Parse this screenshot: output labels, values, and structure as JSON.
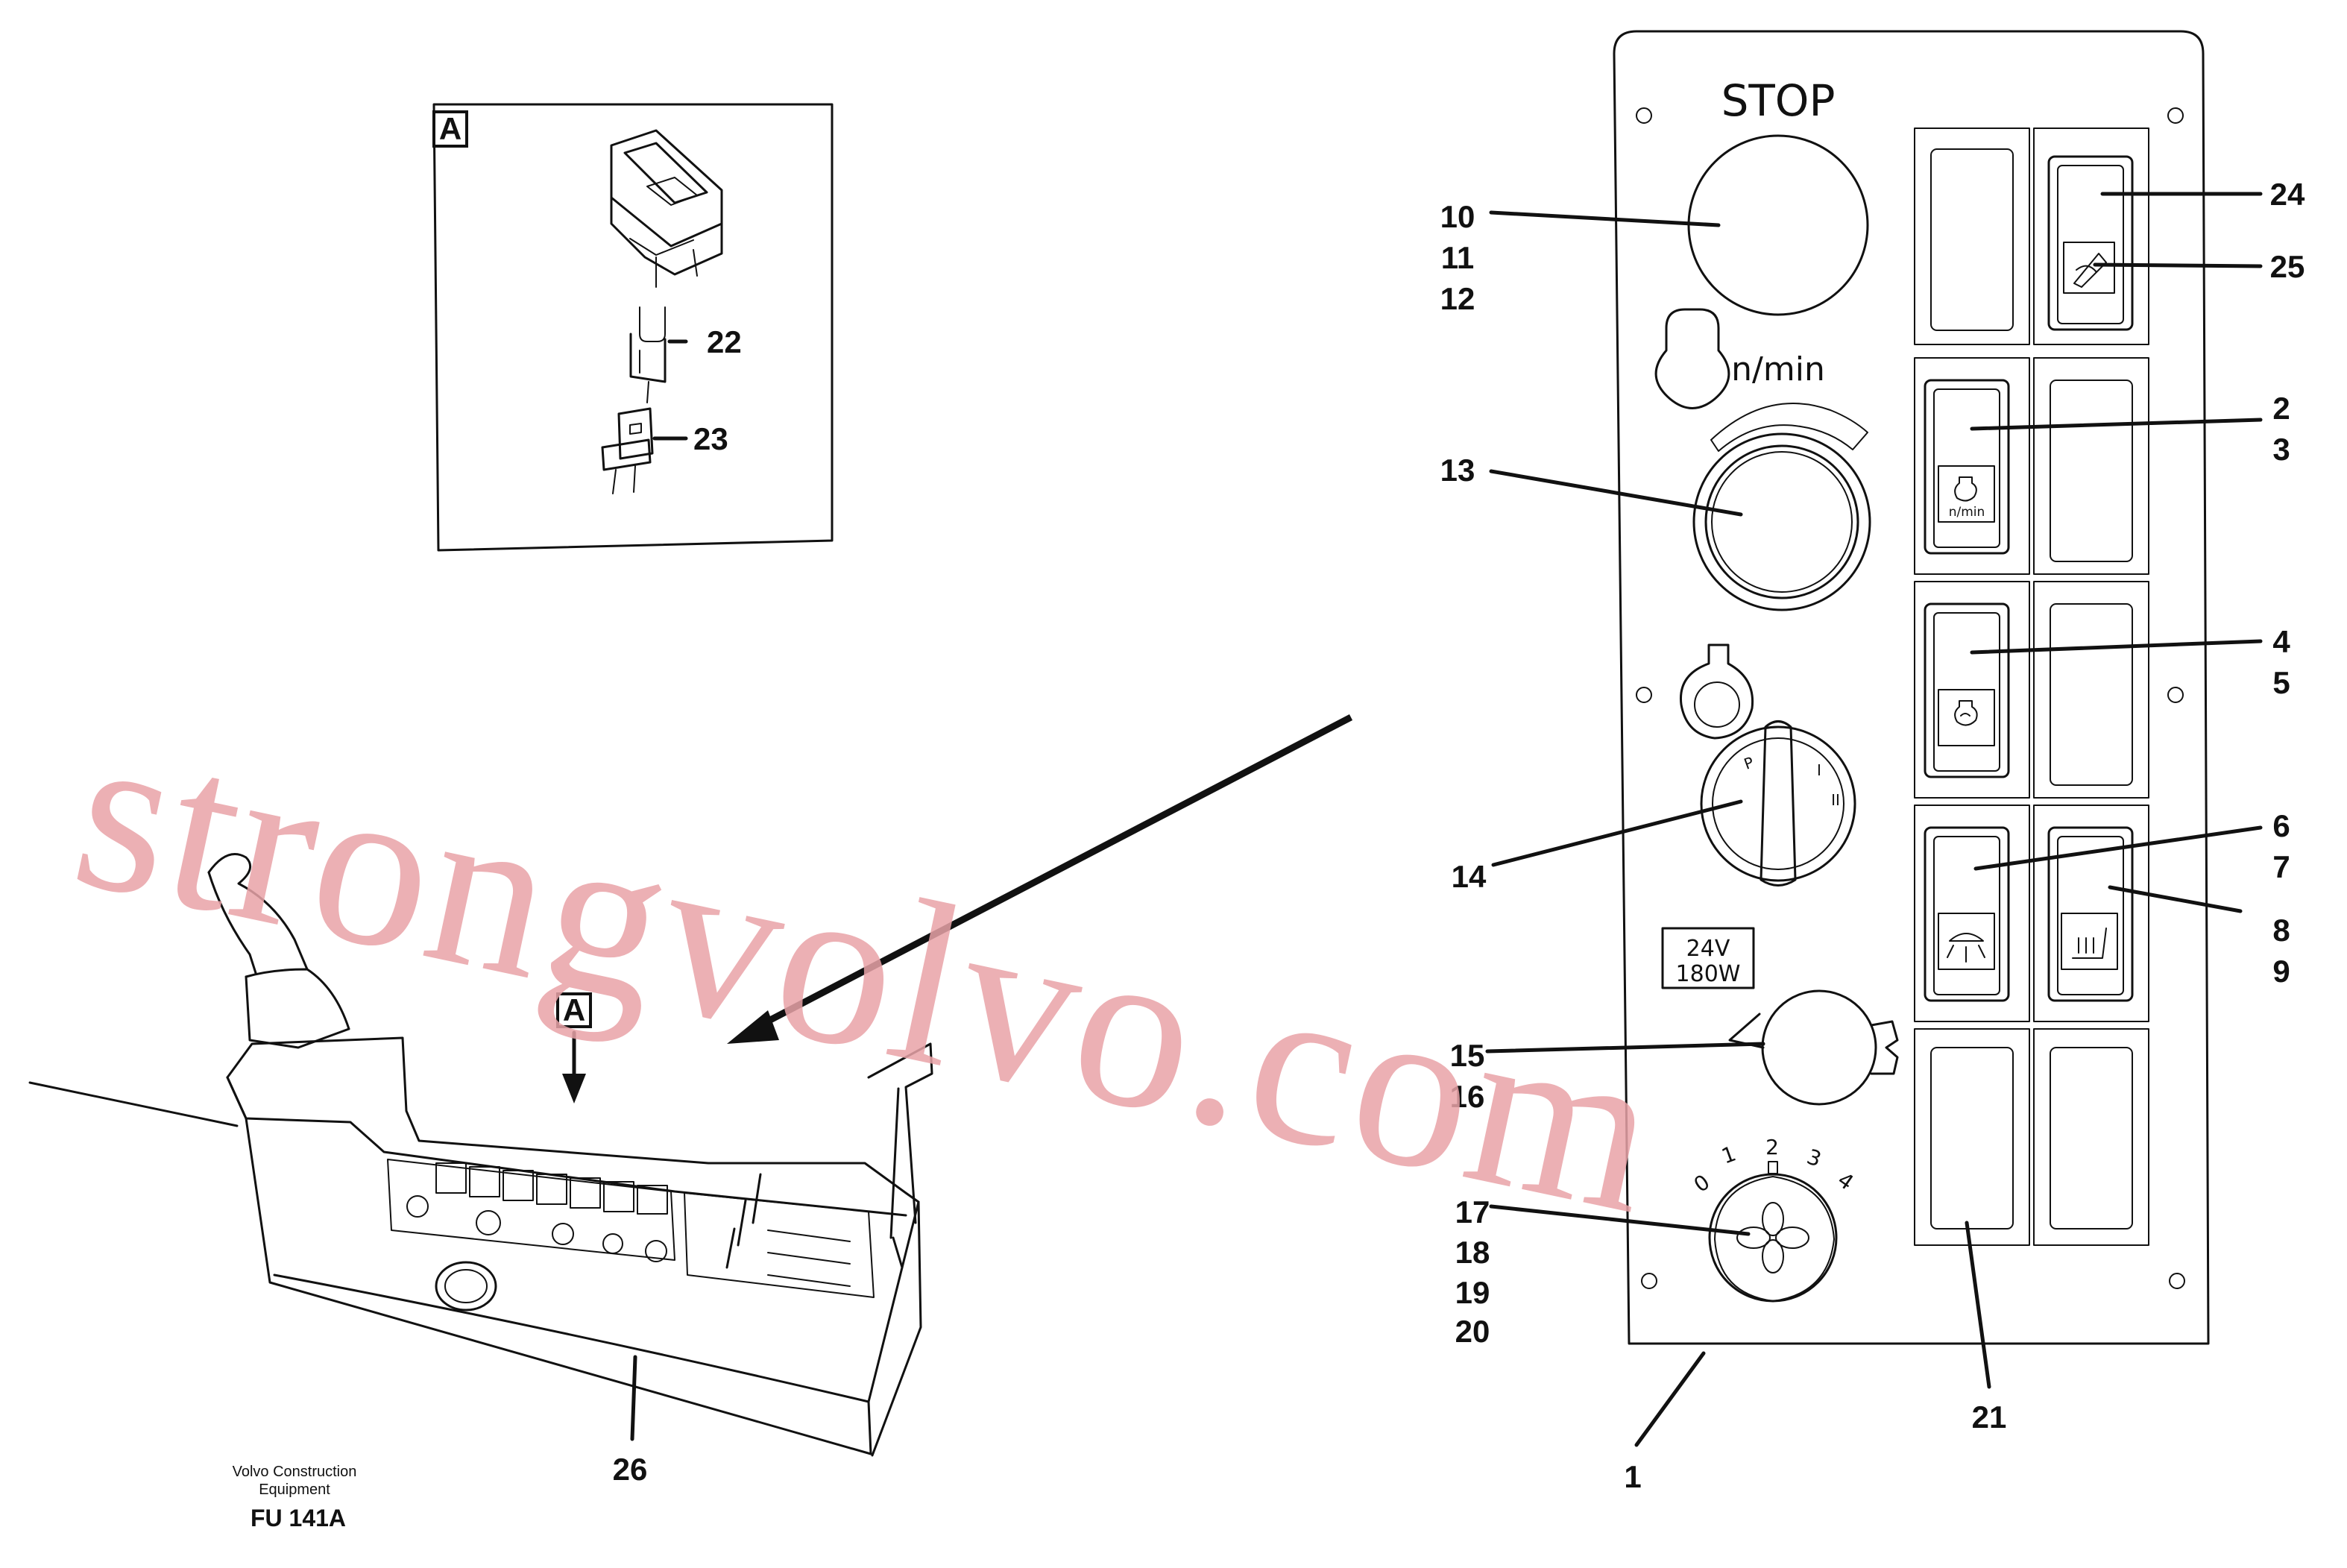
{
  "detail_view": {
    "label": "A",
    "callouts": [
      "22",
      "23"
    ]
  },
  "console": {
    "view_label": "A",
    "callout": "26"
  },
  "panel": {
    "stop_label": "STOP",
    "rpm_label": "n/min",
    "rpm_icon_label": "n/min",
    "socket_rating_line1": "24V",
    "socket_rating_line2": "180W",
    "fan_scale": [
      "0",
      "1",
      "2",
      "3",
      "4"
    ]
  },
  "callouts": {
    "c10": "10",
    "c11": "11",
    "c12": "12",
    "c13": "13",
    "c14": "14",
    "c15": "15",
    "c16": "16",
    "c17": "17",
    "c18": "18",
    "c19": "19",
    "c20": "20",
    "c1": "1",
    "c21": "21",
    "c24": "24",
    "c25": "25",
    "c2": "2",
    "c3": "3",
    "c4": "4",
    "c5": "5",
    "c6": "6",
    "c7": "7",
    "c8": "8",
    "c9": "9"
  },
  "footer": {
    "company_line1": "Volvo Construction",
    "company_line2": "Equipment",
    "figure_code": "FU 141A"
  },
  "watermark": "strongvolvo.com",
  "colors": {
    "ink": "#111111",
    "watermark": "#e9a3a8",
    "background": "#ffffff"
  }
}
